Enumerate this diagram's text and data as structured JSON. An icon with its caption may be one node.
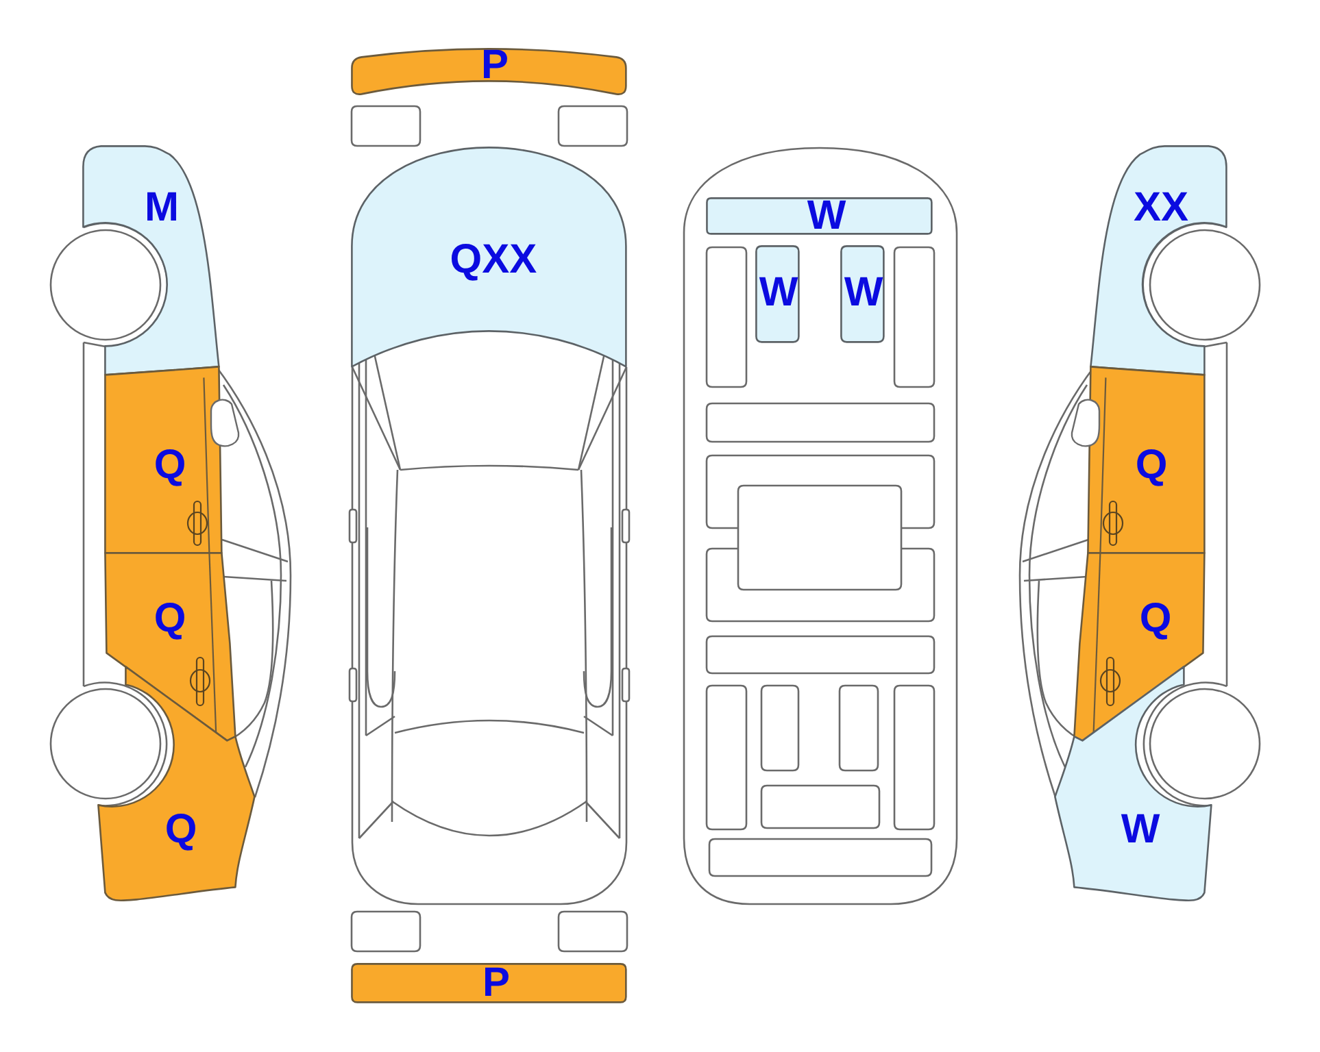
{
  "diagram": {
    "nodes": [
      {
        "text": [
          "M"
        ]
      },
      {
        "text": [
          "Q"
        ]
      },
      {
        "text": [
          "Q"
        ]
      },
      {
        "text": [
          "Q"
        ]
      },
      {
        "text": [
          "P"
        ]
      },
      {
        "text": [
          "QXX"
        ]
      },
      {
        "text": [
          "P"
        ]
      },
      {
        "text": [
          "W"
        ]
      },
      {
        "text": [
          "W"
        ]
      },
      {
        "text": [
          "W"
        ]
      },
      {
        "text": [
          "XX"
        ]
      },
      {
        "text": [
          "Q"
        ]
      },
      {
        "text": [
          "Q"
        ]
      },
      {
        "text": [
          "W"
        ]
      }
    ]
  }
}
